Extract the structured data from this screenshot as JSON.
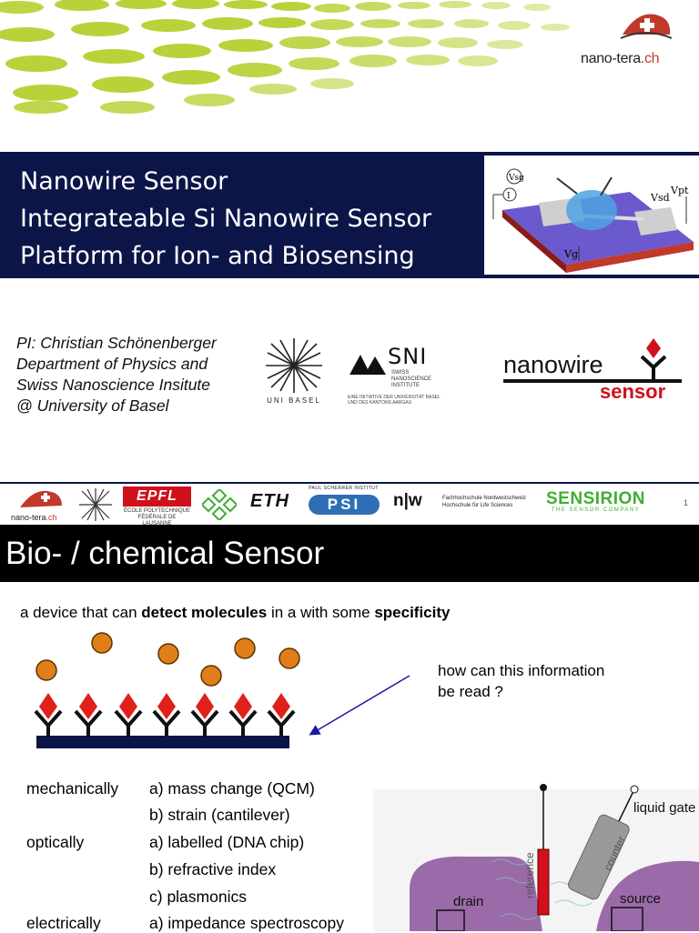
{
  "slide1": {
    "brand": {
      "name": "nano-tera",
      "suffix": ".ch"
    },
    "title_lines": [
      "Nanowire Sensor",
      "Integrateable Si Nanowire Sensor",
      "Platform for  Ion- and Biosensing"
    ],
    "schematic_labels": {
      "vsg": "Vsg",
      "i": "I",
      "vsd": "Vsd",
      "vpt": "Vpt",
      "vg": "Vg"
    },
    "pi_lines": [
      "PI: Christian Schönenberger",
      "Department of Physics and",
      "Swiss Nanoscience Insitute",
      "@ University of Basel"
    ],
    "logos": {
      "unibasel_label": "UNI BASEL",
      "sni_mark": "SNI",
      "sni_sub": [
        "SWISS",
        "NANOSCIENCE",
        "INSTITUTE"
      ],
      "sni_foot": "EINE INITIATIVE DER UNIVERSITÄT BASEL UND DES KANTONS AARGAU",
      "nanowire_word": "nanowire",
      "sensor_word": "sensor"
    },
    "partners": {
      "nanotera": "nano-tera",
      "nanotera_suffix": ".ch",
      "epfl": "EPFL",
      "epfl_sub": "ÉCOLE POLYTECHNIQUE FÉDÉRALE DE LAUSANNE",
      "eth": "ETH",
      "psi_top": "PAUL SCHERRER INSTITUT",
      "psi": "PSI",
      "fhnw": "n|w",
      "fhnw_text": [
        "Fachhochschule Nordwestschweiz",
        "Hochschule für Life Sciences"
      ],
      "sensirion": "SENSIRION",
      "sensirion_tag": "THE SENSOR COMPANY",
      "page_number": "1"
    }
  },
  "slide2": {
    "title": "Bio- / chemical Sensor",
    "definition": {
      "pre": "a device that can ",
      "bold1": "detect molecules",
      "mid": " in a with some ",
      "bold2": "specificity"
    },
    "question": [
      "how can this information",
      "be read ?"
    ],
    "methods": [
      {
        "category": "mechanically",
        "item": "a) mass change (QCM)"
      },
      {
        "category": "",
        "item": "b) strain (cantilever)"
      },
      {
        "category": "optically",
        "item": "a) labelled (DNA chip)"
      },
      {
        "category": "",
        "item": "b) refractive index"
      },
      {
        "category": "",
        "item": "c) plasmonics"
      },
      {
        "category": "electrically",
        "item": "a) impedance spectroscopy"
      }
    ],
    "device_labels": {
      "liquid_gate": "liquid gate",
      "reference": "reference",
      "counter": "counter",
      "drain": "drain",
      "source": "source"
    }
  },
  "colors": {
    "title_band": "#0c1547",
    "slide2_header": "#000000",
    "dot_green": "#b9d23a",
    "molecule": "#e07f1a",
    "receptor_red": "#e0201b",
    "substrate": "#0c1547",
    "arrow": "#1a1aa0",
    "device_purple": "#9b6aa8"
  }
}
